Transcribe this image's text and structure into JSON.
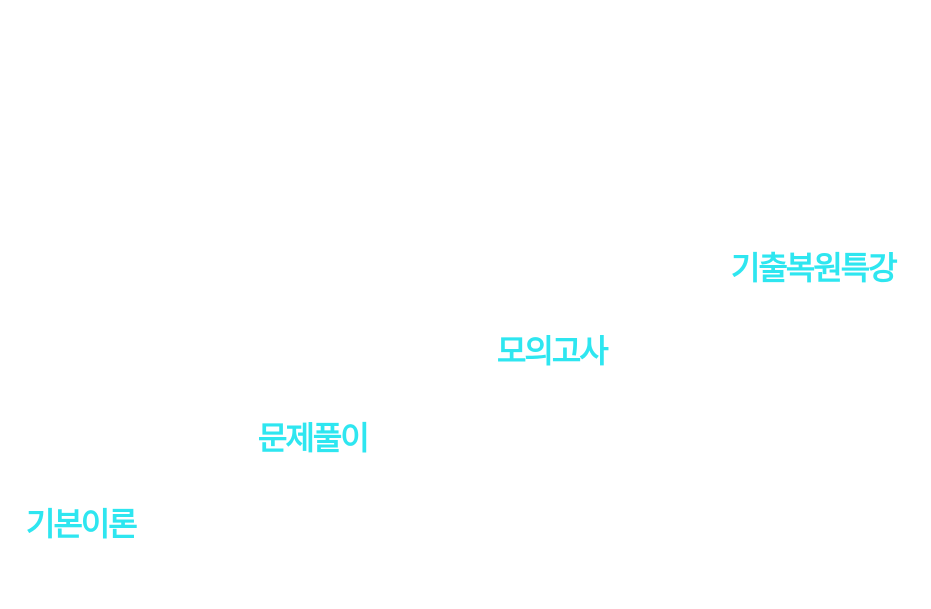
{
  "steps": [
    {
      "label": "기본이론"
    },
    {
      "label": "문제풀이"
    },
    {
      "label": "모의고사"
    },
    {
      "label": "기출복원특강"
    }
  ],
  "colors": {
    "text": "#2ee6f0",
    "background": "#ffffff"
  }
}
